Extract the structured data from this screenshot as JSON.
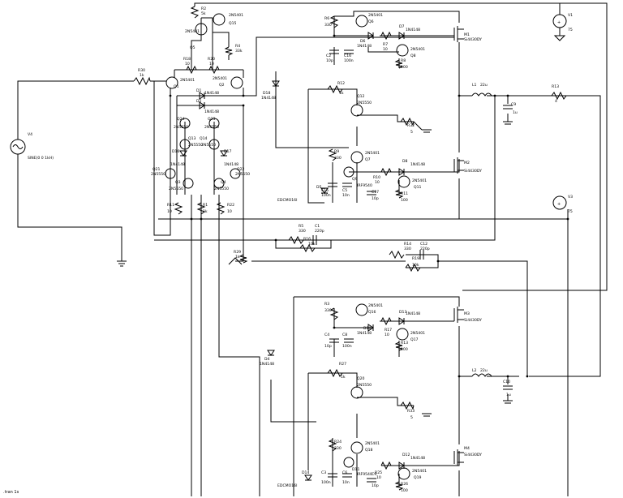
{
  "sources": {
    "v1": {
      "ref": "V1",
      "value": "75"
    },
    "v3": {
      "ref": "V3",
      "value": "75"
    },
    "v4": {
      "ref": "V4",
      "value": "SINE(0 0 1kH)"
    }
  },
  "top_stage": {
    "q5": {
      "ref": "Q5",
      "part": "2N5401"
    },
    "q15": {
      "ref": "Q15",
      "part": "2N5401"
    },
    "r2": {
      "ref": "R2",
      "value": "5k"
    },
    "r4": {
      "ref": "R4",
      "value": "33k"
    },
    "r18": {
      "ref": "R18",
      "value": "10"
    },
    "r20": {
      "ref": "R20",
      "value": "10"
    },
    "r30": {
      "ref": "R30",
      "value": "1k"
    },
    "q1": {
      "ref": "Q1",
      "part": "2N5401"
    },
    "q2": {
      "ref": "Q2",
      "part": "2N5401"
    },
    "d1": {
      "ref": "D1",
      "part": "1N4148"
    },
    "d2": {
      "ref": "D2",
      "part": "1N4148"
    },
    "q24": {
      "ref": "Q24",
      "part": "2N5550"
    },
    "q23": {
      "ref": "Q23",
      "part": "2N5550"
    },
    "q13": {
      "ref": "Q13",
      "part": "2N5550"
    },
    "q14": {
      "ref": "Q14",
      "part": "2N5550"
    },
    "d16": {
      "ref": "D16",
      "part": "1N4148"
    },
    "d17": {
      "ref": "D17",
      "part": "1N4148"
    },
    "q21": {
      "ref": "Q21",
      "part": "2N5550"
    },
    "q22": {
      "ref": "Q22",
      "part": "2N5550"
    },
    "q3": {
      "ref": "Q3",
      "part": "2N5550"
    },
    "q4": {
      "ref": "Q4",
      "part": "2N5550"
    },
    "r11": {
      "ref": "R11",
      "value": "10"
    },
    "r1": {
      "ref": "R1",
      "value": "1k"
    },
    "r22": {
      "ref": "R22",
      "value": "10"
    }
  },
  "upper_driver": {
    "r6": {
      "ref": "R6",
      "value": "330"
    },
    "q6": {
      "ref": "Q6",
      "part": "2N5401"
    },
    "d6": {
      "ref": "D6",
      "part": "1N4148"
    },
    "d7": {
      "ref": "D7",
      "part": "1N4148"
    },
    "c2": {
      "ref": "C2",
      "value": "10p"
    },
    "c16": {
      "ref": "C16",
      "value": "100n"
    },
    "r7": {
      "ref": "R7",
      "value": "10"
    },
    "q8": {
      "ref": "Q8",
      "part": "2N5401"
    },
    "r8": {
      "ref": "R8",
      "value": "100"
    },
    "m1": {
      "ref": "M1",
      "part": "Si4430DY"
    },
    "d18": {
      "ref": "D18",
      "part": "1N4148"
    },
    "r12": {
      "ref": "R12",
      "value": "1k"
    },
    "q12": {
      "ref": "Q12",
      "part": "2N5550"
    },
    "r32": {
      "ref": "R32",
      "value": "5"
    },
    "r9": {
      "ref": "R9",
      "value": "330"
    },
    "q7": {
      "ref": "Q7",
      "part": "2N5401"
    },
    "q9": {
      "ref": "Q9",
      "part": "IRF9540"
    },
    "d5": {
      "ref": "D5",
      "part": "EDCMO16I"
    },
    "c15": {
      "ref": "C15",
      "value": "100n"
    },
    "c5": {
      "ref": "C5",
      "value": "10n"
    },
    "c17": {
      "ref": "C17",
      "value": "10p"
    },
    "d8": {
      "ref": "D8",
      "part": "1N4148"
    },
    "r10": {
      "ref": "R10",
      "value": "10"
    },
    "q11": {
      "ref": "Q11",
      "part": "2N5401"
    },
    "r11b": {
      "ref": "R11",
      "value": "100"
    },
    "m2": {
      "ref": "M2",
      "part": "Si4430DY"
    }
  },
  "output_top": {
    "l1": {
      "ref": "L1",
      "value": "22u"
    },
    "c9": {
      "ref": "C9",
      "value": "1u"
    },
    "r13": {
      "ref": "R13",
      "value": "4"
    }
  },
  "feedback": {
    "r5": {
      "ref": "R5",
      "value": "330"
    },
    "c1": {
      "ref": "C1",
      "value": "220p"
    },
    "r16": {
      "ref": "R16",
      "value": "10k"
    },
    "r14": {
      "ref": "R14",
      "value": "330"
    },
    "c12": {
      "ref": "C12",
      "value": "220p"
    },
    "r19": {
      "ref": "R19",
      "value": "10k"
    },
    "r29": {
      "ref": "R29",
      "value": "1k"
    }
  },
  "lower_driver": {
    "r3": {
      "ref": "R3",
      "value": "330"
    },
    "q16": {
      "ref": "Q16",
      "part": "2N5401"
    },
    "d13": {
      "ref": "D13",
      "part": "1N4148"
    },
    "c4": {
      "ref": "C4",
      "value": "10p"
    },
    "c8": {
      "ref": "C8",
      "value": "100n"
    },
    "d10": {
      "ref": "D10",
      "part": "1N4148"
    },
    "r17": {
      "ref": "R17",
      "value": "10"
    },
    "q17": {
      "ref": "Q17",
      "part": "2N5401"
    },
    "r13b": {
      "ref": "R13",
      "value": "100"
    },
    "m3": {
      "ref": "M3",
      "part": "Si4430DY"
    },
    "d4": {
      "ref": "D4",
      "part": "1N4148"
    },
    "r27": {
      "ref": "R27",
      "value": "1k"
    },
    "q20": {
      "ref": "Q20",
      "part": "2N5550"
    },
    "r33": {
      "ref": "R33",
      "value": "5"
    },
    "r24": {
      "ref": "R24",
      "value": "330"
    },
    "q18": {
      "ref": "Q18",
      "part": "2N5401"
    },
    "d11": {
      "ref": "D11",
      "part": "IRF9540"
    },
    "d14": {
      "ref": "D14",
      "part": "EDCMO16I"
    },
    "c3": {
      "ref": "C3",
      "value": "100n"
    },
    "c6": {
      "ref": "C6",
      "value": "10n"
    },
    "c9b": {
      "ref": "C9",
      "value": "10p"
    },
    "d12": {
      "ref": "D12",
      "part": "1N4148"
    },
    "r25": {
      "ref": "R25",
      "value": "10"
    },
    "q19": {
      "ref": "Q19",
      "part": "2N5401"
    },
    "r26": {
      "ref": "R26",
      "value": "100"
    },
    "m4": {
      "ref": "M4",
      "part": "Si4430DY"
    }
  },
  "output_bottom": {
    "l2": {
      "ref": "L2",
      "value": "22u"
    },
    "c10": {
      "ref": "C10",
      "value": "1u"
    }
  },
  "footer": {
    "directive": ".tran 1s"
  }
}
